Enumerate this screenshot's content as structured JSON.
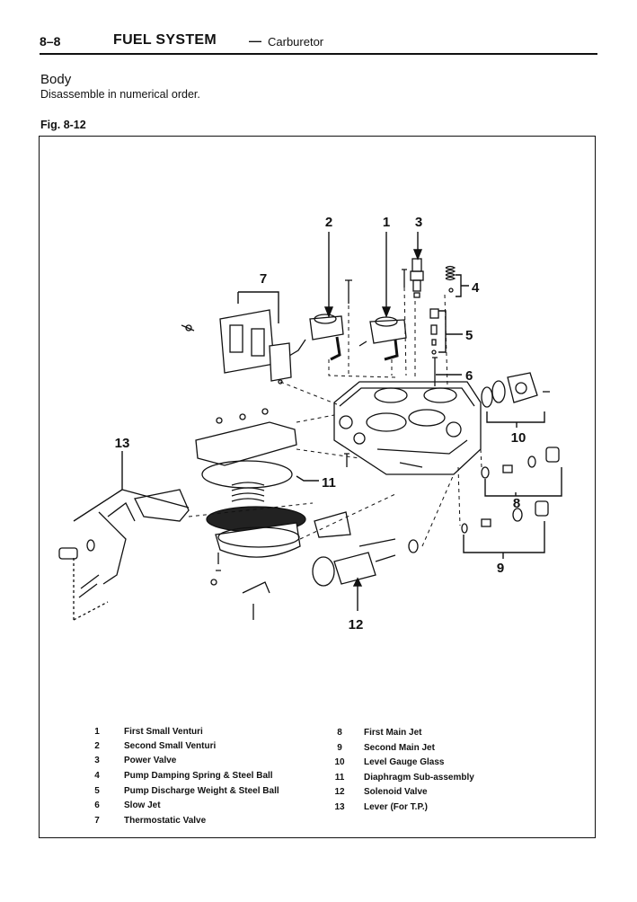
{
  "header": {
    "page_number": "8–8",
    "title": "FUEL SYSTEM",
    "dash": "—",
    "subtitle": "Carburetor"
  },
  "section": {
    "title": "Body",
    "description": "Disassemble in numerical order."
  },
  "figure": {
    "label": "Fig. 8-12",
    "callouts": [
      "1",
      "2",
      "3",
      "4",
      "5",
      "6",
      "7",
      "8",
      "9",
      "10",
      "11",
      "12",
      "13"
    ]
  },
  "legend": {
    "left": [
      {
        "num": "1",
        "label": "First Small Venturi"
      },
      {
        "num": "2",
        "label": "Second Small Venturi"
      },
      {
        "num": "3",
        "label": "Power Valve"
      },
      {
        "num": "4",
        "label": "Pump Damping Spring & Steel Ball"
      },
      {
        "num": "5",
        "label": "Pump Discharge Weight & Steel Ball"
      },
      {
        "num": "6",
        "label": "Slow Jet"
      },
      {
        "num": "7",
        "label": "Thermostatic Valve"
      }
    ],
    "right": [
      {
        "num": "8",
        "label": "First Main Jet"
      },
      {
        "num": "9",
        "label": "Second Main Jet"
      },
      {
        "num": "10",
        "label": "Level Gauge Glass"
      },
      {
        "num": "11",
        "label": "Diaphragm Sub-assembly"
      },
      {
        "num": "12",
        "label": "Solenoid Valve"
      },
      {
        "num": "13",
        "label": "Lever (For T.P.)"
      }
    ]
  }
}
